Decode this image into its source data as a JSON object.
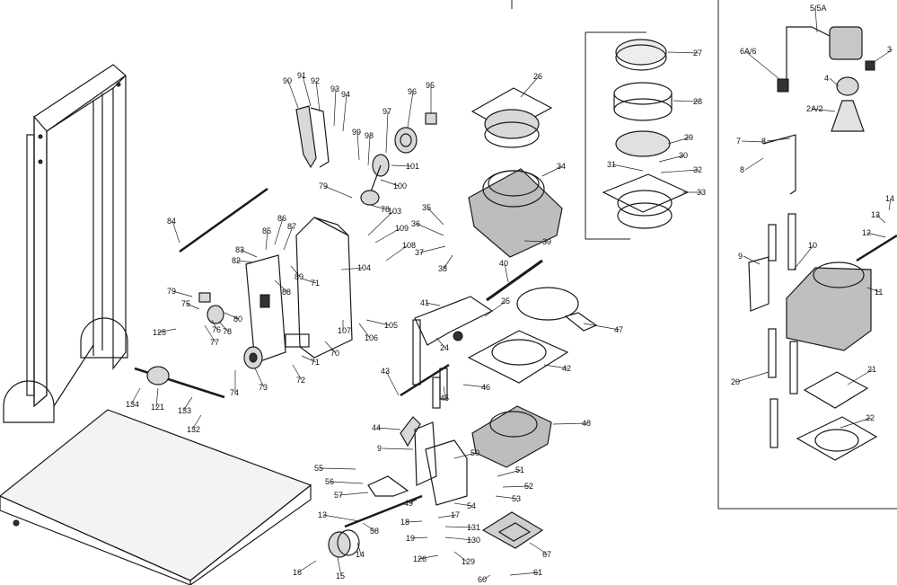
{
  "labels": [
    {
      "text": "90"
    },
    {
      "text": "91"
    },
    {
      "text": "92"
    },
    {
      "text": "93"
    },
    {
      "text": "94"
    },
    {
      "text": "96"
    },
    {
      "text": "95"
    },
    {
      "text": "97"
    },
    {
      "text": "99"
    },
    {
      "text": "98"
    },
    {
      "text": "101"
    },
    {
      "text": "100"
    },
    {
      "text": "79"
    },
    {
      "text": "78"
    },
    {
      "text": "84"
    },
    {
      "text": "85"
    },
    {
      "text": "86"
    },
    {
      "text": "87"
    },
    {
      "text": "83"
    },
    {
      "text": "82"
    },
    {
      "text": "103"
    },
    {
      "text": "109"
    },
    {
      "text": "108"
    },
    {
      "text": "104"
    },
    {
      "text": "89"
    },
    {
      "text": "88"
    },
    {
      "text": "71"
    },
    {
      "text": "79"
    },
    {
      "text": "75"
    },
    {
      "text": "76"
    },
    {
      "text": "78"
    },
    {
      "text": "80"
    },
    {
      "text": "77"
    },
    {
      "text": "125"
    },
    {
      "text": "107"
    },
    {
      "text": "106"
    },
    {
      "text": "105"
    },
    {
      "text": "70"
    },
    {
      "text": "71"
    },
    {
      "text": "72"
    },
    {
      "text": "73"
    },
    {
      "text": "74"
    },
    {
      "text": "134"
    },
    {
      "text": "121"
    },
    {
      "text": "133"
    },
    {
      "text": "132"
    },
    {
      "text": "26"
    },
    {
      "text": "27"
    },
    {
      "text": "28"
    },
    {
      "text": "29"
    },
    {
      "text": "30"
    },
    {
      "text": "31"
    },
    {
      "text": "32"
    },
    {
      "text": "33"
    },
    {
      "text": "34"
    },
    {
      "text": "35"
    },
    {
      "text": "36"
    },
    {
      "text": "37"
    },
    {
      "text": "38"
    },
    {
      "text": "39"
    },
    {
      "text": "40"
    },
    {
      "text": "41"
    },
    {
      "text": "25"
    },
    {
      "text": "24"
    },
    {
      "text": "47"
    },
    {
      "text": "42"
    },
    {
      "text": "43"
    },
    {
      "text": "45"
    },
    {
      "text": "46"
    },
    {
      "text": "44"
    },
    {
      "text": "48"
    },
    {
      "text": "9"
    },
    {
      "text": "50"
    },
    {
      "text": "55"
    },
    {
      "text": "56"
    },
    {
      "text": "57"
    },
    {
      "text": "49"
    },
    {
      "text": "51"
    },
    {
      "text": "52"
    },
    {
      "text": "53"
    },
    {
      "text": "54"
    },
    {
      "text": "13"
    },
    {
      "text": "58"
    },
    {
      "text": "14"
    },
    {
      "text": "18"
    },
    {
      "text": "17"
    },
    {
      "text": "131"
    },
    {
      "text": "130"
    },
    {
      "text": "19"
    },
    {
      "text": "126"
    },
    {
      "text": "129"
    },
    {
      "text": "67"
    },
    {
      "text": "16"
    },
    {
      "text": "15"
    },
    {
      "text": "60"
    },
    {
      "text": "61"
    },
    {
      "text": "5/5A"
    },
    {
      "text": "6A/6"
    },
    {
      "text": "3"
    },
    {
      "text": "4"
    },
    {
      "text": "2A/2"
    },
    {
      "text": "7"
    },
    {
      "text": "8"
    },
    {
      "text": "8"
    },
    {
      "text": "14"
    },
    {
      "text": "13"
    },
    {
      "text": "12"
    },
    {
      "text": "9"
    },
    {
      "text": "10"
    },
    {
      "text": "11"
    },
    {
      "text": "20"
    },
    {
      "text": "21"
    },
    {
      "text": "22"
    }
  ]
}
